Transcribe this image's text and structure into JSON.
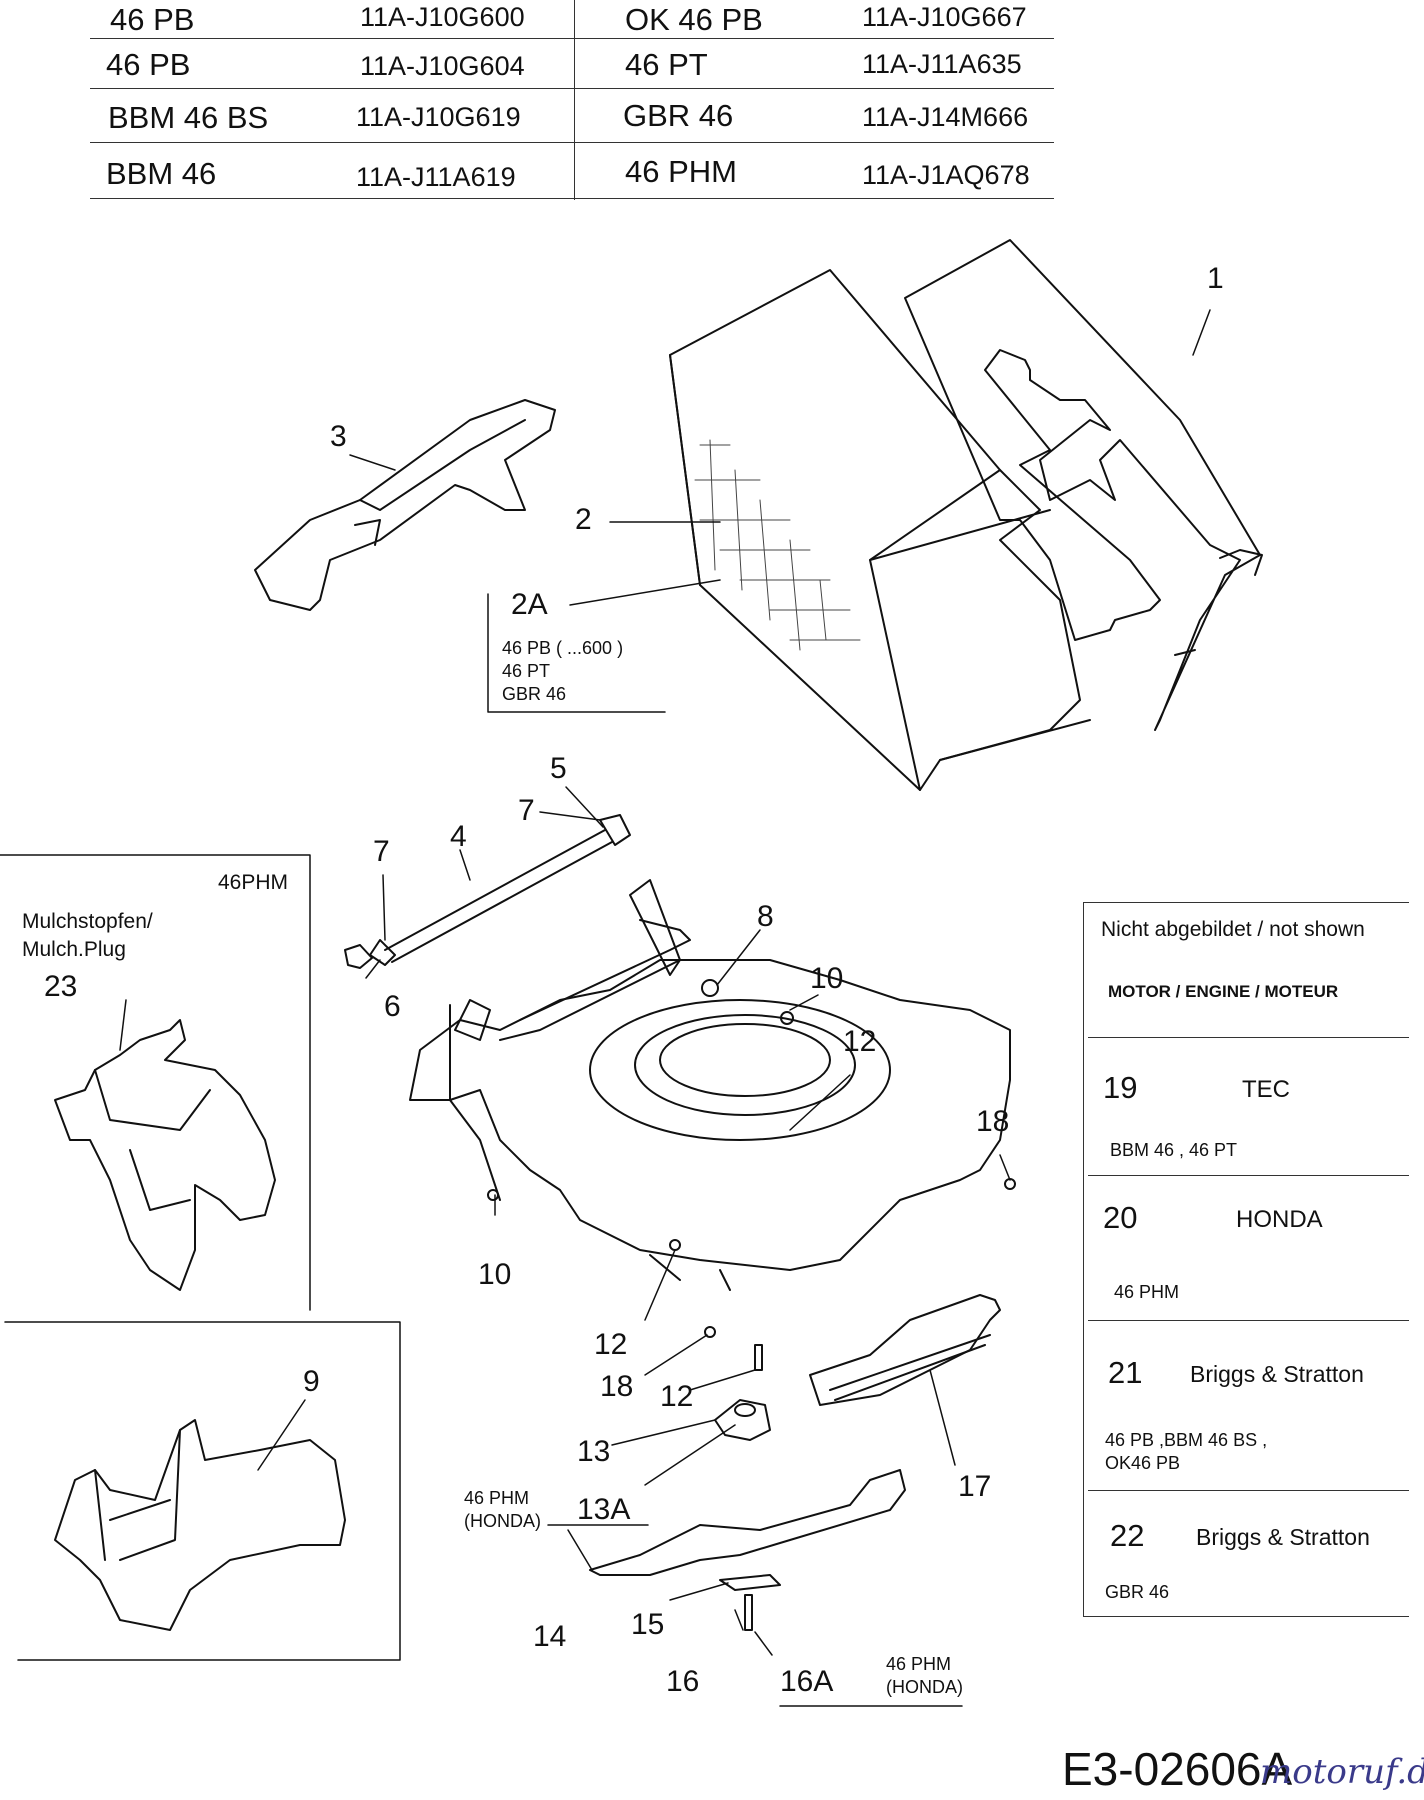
{
  "model_table": {
    "rows": [
      {
        "left_model": "46 PB",
        "left_code": "11A-J10G600",
        "right_model": "OK 46 PB",
        "right_code": "11A-J10G667"
      },
      {
        "left_model": "46 PB",
        "left_code": "11A-J10G604",
        "right_model": "46 PT",
        "right_code": "11A-J11A635"
      },
      {
        "left_model": "BBM 46 BS",
        "left_code": "11A-J10G619",
        "right_model": "GBR 46",
        "right_code": "11A-J14M666"
      },
      {
        "left_model": "BBM 46",
        "left_code": "11A-J11A619",
        "right_model": "46 PHM",
        "right_code": "11A-J1AQ678"
      }
    ]
  },
  "callouts": {
    "c1": "1",
    "c2": "2",
    "c2a": "2A",
    "c3": "3",
    "c4": "4",
    "c5": "5",
    "c6": "6",
    "c7a": "7",
    "c7b": "7",
    "c8": "8",
    "c9": "9",
    "c10a": "10",
    "c10b": "10",
    "c12a": "12",
    "c12b": "12",
    "c12c": "12",
    "c13": "13",
    "c13a": "13A",
    "c14": "14",
    "c15": "15",
    "c16": "16",
    "c16a": "16A",
    "c17": "17",
    "c18a": "18",
    "c18b": "18",
    "c23": "23"
  },
  "notes": {
    "n2a_line1": "46 PB ( ...600 )",
    "n2a_line2": "46 PT",
    "n2a_line3": "GBR 46",
    "n13a_line1": "46 PHM",
    "n13a_line2": "(HONDA)",
    "n16a_line1": "46 PHM",
    "n16a_line2": "(HONDA)"
  },
  "mulch_box": {
    "model": "46PHM",
    "label_line1": "Mulchstopfen/",
    "label_line2": "Mulch.Plug"
  },
  "side_panel": {
    "header": "Nicht abgebildet / not shown",
    "subheader": "MOTOR / ENGINE / MOTEUR",
    "entries": [
      {
        "num": "19",
        "brand": "TEC",
        "models": "BBM 46 , 46 PT"
      },
      {
        "num": "20",
        "brand": "HONDA",
        "models": "46 PHM"
      },
      {
        "num": "21",
        "brand": "Briggs & Stratton",
        "models": "46 PB ,BBM 46 BS ,",
        "models2": "OK46 PB"
      },
      {
        "num": "22",
        "brand": "Briggs & Stratton",
        "models": "GBR 46"
      }
    ]
  },
  "footer": {
    "drawing_id": "E3-02606A",
    "watermark": "motoruf.de"
  }
}
